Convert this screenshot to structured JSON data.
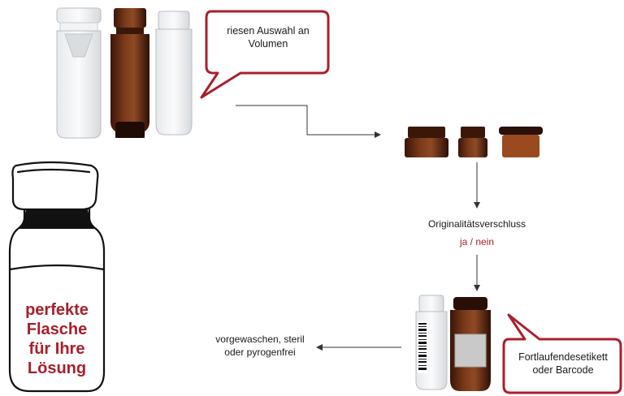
{
  "callouts": {
    "volume": "riesen Auswahl an Volumen",
    "label": "Fortlaufendesetikett oder Barcode"
  },
  "tamper": {
    "title": "Originalitätsverschluss",
    "options": "ja / nein"
  },
  "cleaning": {
    "line1": "vorgewaschen, steril",
    "line2": "oder pyrogenfrei"
  },
  "hero": {
    "lines": [
      "perfekte",
      "Flasche",
      "für Ihre",
      "Lösung"
    ]
  },
  "colors": {
    "accent": "#a8202b",
    "amber_glass": "#5a2612",
    "arrow": "#333333"
  }
}
